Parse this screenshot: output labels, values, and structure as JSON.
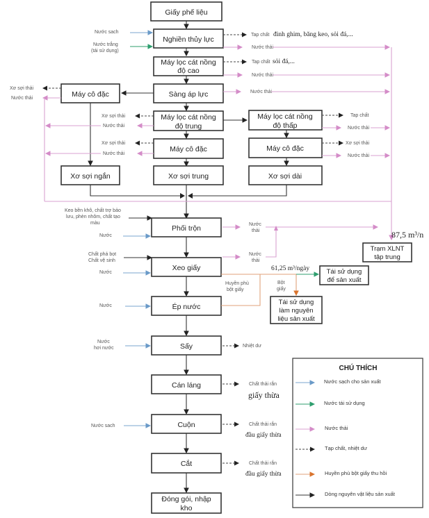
{
  "colors": {
    "clean_water": "#7aa6cf",
    "reused_water": "#2e9e6e",
    "waste_water": "#d9a2d0",
    "impurities": "#444444",
    "pulp_recovered": "#e0a27a",
    "material_flow": "#333333"
  },
  "main_steps": {
    "giay_phe_lieu": "Giấy phế liệu",
    "nghien_thuy_luc": "Nghiền thủy lực",
    "loc_cat_cao_1": "Máy lọc cát nồng",
    "loc_cat_cao_2": "độ cao",
    "sang_ap_luc": "Sàng áp lực",
    "loc_cat_trung_1": "Máy lọc cát nồng",
    "loc_cat_trung_2": "độ trung",
    "may_co_dac_mid": "Máy cô đặc",
    "xo_soi_trung": "Xơ sợi trung",
    "may_co_dac_left": "Máy cô đặc",
    "xo_soi_ngan": "Xơ sợi ngắn",
    "loc_cat_thap_1": "Máy lọc cát nồng",
    "loc_cat_thap_2": "độ thấp",
    "may_co_dac_right": "Máy cô đặc",
    "xo_soi_dai": "Xơ sợi dài",
    "phoi_tron": "Phối trộn",
    "xeo_giay": "Xeo giấy",
    "ep_nuoc": "Ép nước",
    "say": "Sấy",
    "can_lang": "Cán láng",
    "cuon": "Cuộn",
    "cat": "Cắt",
    "dong_goi_1": "Đóng gói, nhập",
    "dong_goi_2": "kho",
    "tram_xlnt_1": "Trạm XLNT",
    "tram_xlnt_2": "tập trung",
    "tai_su_dung_sx_1": "Tái sử dụng",
    "tai_su_dung_sx_2": "để sản xuất",
    "tai_su_dung_nl_1": "Tái sử dụng",
    "tai_su_dung_nl_2": "làm nguyên",
    "tai_su_dung_nl_3": "liệu sản xuất"
  },
  "labels": {
    "nuoc_sach": "Nước sach",
    "nuoc_trang_1": "Nước trắng",
    "nuoc_trang_2": "(tái sử dụng)",
    "tap_chat": "Tap chất",
    "tap_chat_1_detail": "đinh ghim, băng keo, sỏi đá,...",
    "tap_chat_2_detail": "sỏi đá,...",
    "nuoc_thai": "Nước thải",
    "xo_soi_thai": "Xơ sợi thải",
    "keo_1": "Keo bền khô, chất trợ bảo",
    "keo_2": "lưu, phèn nhôm, chất tạo",
    "keo_3": "màu",
    "nuoc": "Nước",
    "pha_bot_1": "Chất phá bọt",
    "pha_bot_2": "Chất vệ sinh",
    "nuoc_thai_a": "Nước",
    "nuoc_thai_b": "thải",
    "huyen_phu_1": "Huyền phù",
    "huyen_phu_2": "bột giấy",
    "bot_giay_1": "Bột",
    "bot_giay_2": "giấy",
    "nuoc_hoi_1": "Nước",
    "nuoc_hoi_2": "hơi nước",
    "nhiet_du": "Nhiệt dư",
    "chat_thai_ran": "Chất thải rắn",
    "giay_thua": "giấy thừa",
    "dau_giay_thua": "đầu giấy thừa",
    "flow_87": "87,5 m³/n",
    "flow_61": "61,25 m³/ngày"
  },
  "legend": {
    "title": "CHÚ THÍCH",
    "items": [
      "Nước sạch cho sản xuất",
      "Nước tái sử dụng",
      "Nước thải",
      "Tạp chất, nhiệt dư",
      "Huyền phù bột giấy thu hồi",
      "Dòng nguyên vật liệu sản xuất"
    ]
  }
}
